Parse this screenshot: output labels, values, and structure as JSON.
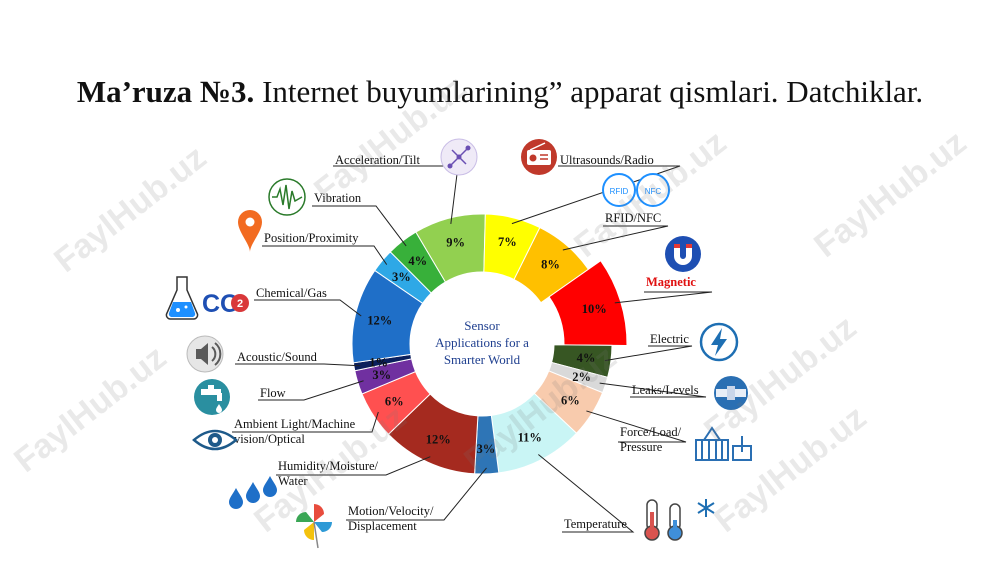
{
  "page": {
    "title_bold": "Ma’ruza №3.",
    "title_rest": " Internet buyumlarining” apparat qismlari. Datchiklar.",
    "watermark": "FaylHub.uz"
  },
  "chart_data": {
    "type": "pie",
    "title": "Sensor Applications for a Smarter World",
    "title_lines": [
      "Sensor",
      "Applications for a",
      "Smarter World"
    ],
    "highlighted": "Magnetic",
    "slices": [
      {
        "label": "Acceleration/Tilt",
        "value": 9,
        "pct": "9%",
        "color": "#92d050"
      },
      {
        "label": "Ultrasounds/Radio",
        "value": 7,
        "pct": "7%",
        "color": "#ffff00"
      },
      {
        "label": "RFID/NFC",
        "value": 8,
        "pct": "8%",
        "color": "#ffc000"
      },
      {
        "label": "Magnetic",
        "value": 10,
        "pct": "10%",
        "color": "#ff0000"
      },
      {
        "label": "Electric",
        "value": 4,
        "pct": "4%",
        "color": "#375623"
      },
      {
        "label": "Leaks/Levels",
        "value": 2,
        "pct": "2%",
        "color": "#d9d9d9"
      },
      {
        "label": "Force/Load/ Pressure",
        "value": 6,
        "pct": "6%",
        "color": "#f8cbad"
      },
      {
        "label": "Temperature",
        "value": 11,
        "pct": "11%",
        "color": "#c9f5f5"
      },
      {
        "label": "Motion/Velocity/ Displacement",
        "value": 3,
        "pct": "3%",
        "color": "#2e75b6"
      },
      {
        "label": "Humidity/Moisture/ Water",
        "value": 12,
        "pct": "12%",
        "color": "#a52a1f"
      },
      {
        "label": "Ambient Light/Machine vision/Optical",
        "value": 6,
        "pct": "6%",
        "color": "#ff5050"
      },
      {
        "label": "Flow",
        "value": 3,
        "pct": "3%",
        "color": "#7030a0"
      },
      {
        "label": "Acoustic/Sound",
        "value": 1,
        "pct": "1%",
        "color": "#0a1f5c"
      },
      {
        "label": "Chemical/Gas",
        "value": 12,
        "pct": "12%",
        "color": "#1f6fc8"
      },
      {
        "label": "Position/Proximity",
        "value": 3,
        "pct": "3%",
        "color": "#2ea8e6"
      },
      {
        "label": "Vibration",
        "value": 4,
        "pct": "4%",
        "color": "#38b03a"
      }
    ],
    "icons": [
      {
        "name": "accelerometer-icon",
        "color": "#6a4fb3"
      },
      {
        "name": "radio-icon",
        "color": "#c0392b"
      },
      {
        "name": "rfid-icon",
        "color": "#1e90ff"
      },
      {
        "name": "nfc-icon",
        "color": "#1e90ff"
      },
      {
        "name": "magnet-icon",
        "color": "#1e4fb3"
      },
      {
        "name": "lightning-icon",
        "color": "#1e6fb3"
      },
      {
        "name": "pipe-leak-icon",
        "color": "#2a6fb3"
      },
      {
        "name": "pressure-icon",
        "color": "#2a6fb3"
      },
      {
        "name": "thermometer-icon",
        "color": "#d9534f"
      },
      {
        "name": "snowflake-icon",
        "color": "#1e6fb3"
      },
      {
        "name": "pinwheel-icon",
        "color": "#e84c3d"
      },
      {
        "name": "water-drops-icon",
        "color": "#1e6fc8"
      },
      {
        "name": "eye-icon",
        "color": "#1e5a8a"
      },
      {
        "name": "faucet-icon",
        "color": "#2a8fa0"
      },
      {
        "name": "speaker-icon",
        "color": "#5a5a5a"
      },
      {
        "name": "flask-icon",
        "color": "#1e90ff"
      },
      {
        "name": "location-pin-icon",
        "color": "#f26b21"
      },
      {
        "name": "vibration-wave-icon",
        "color": "#2a7a2a"
      }
    ],
    "chem_text": "CO",
    "chem_sub": "2",
    "rfid_text": "RFID",
    "nfc_text": "NFC"
  }
}
